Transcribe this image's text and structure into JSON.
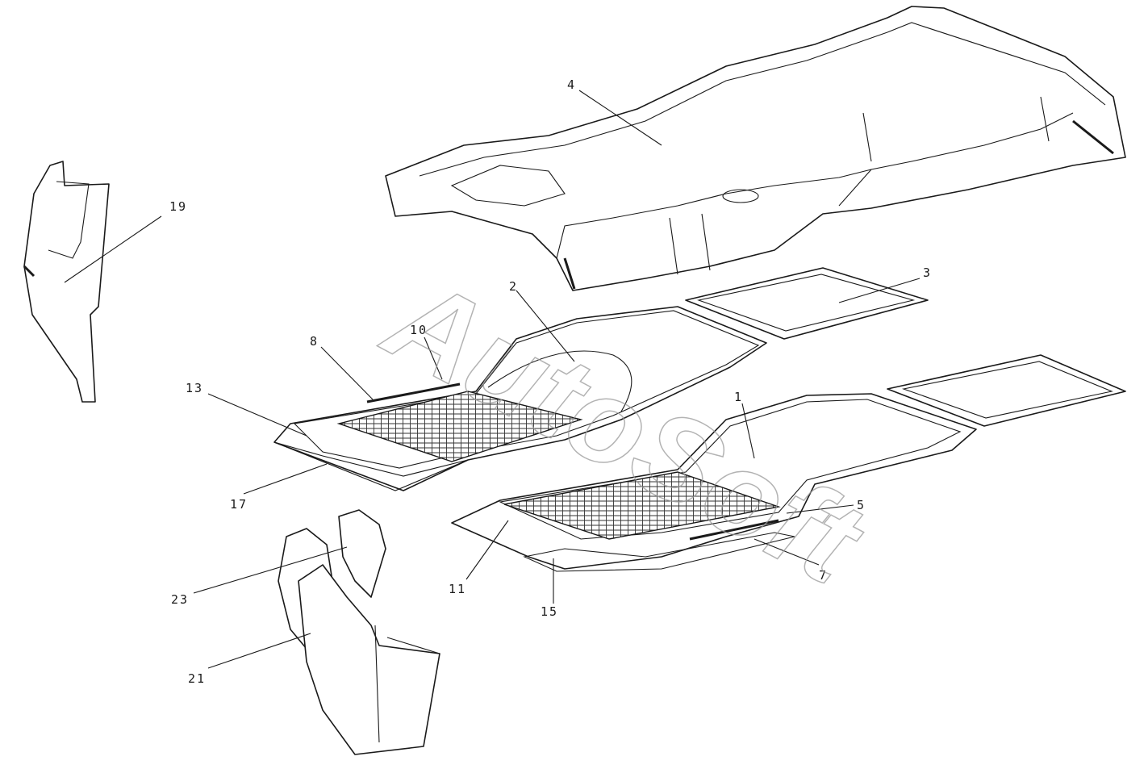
{
  "watermark": "AutoSoft",
  "callouts": {
    "c1": "1",
    "c2": "2",
    "c3": "3",
    "c4": "4",
    "c5": "5",
    "c7": "7",
    "c8": "8",
    "c10": "10",
    "c11": "11",
    "c13": "13",
    "c15": "15",
    "c17": "17",
    "c19": "19",
    "c21": "21",
    "c23": "23"
  }
}
